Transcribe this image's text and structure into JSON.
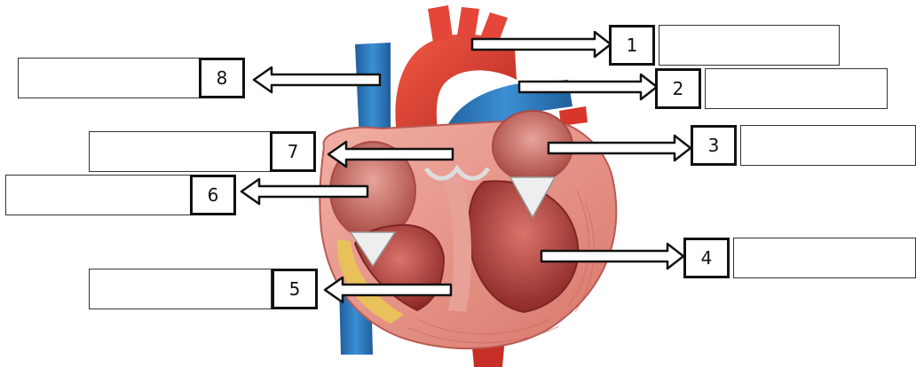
{
  "diagram": {
    "labels": [
      {
        "number": "1"
      },
      {
        "number": "2"
      },
      {
        "number": "3"
      },
      {
        "number": "4"
      },
      {
        "number": "5"
      },
      {
        "number": "6"
      },
      {
        "number": "7"
      },
      {
        "number": "8"
      }
    ],
    "colors": {
      "artery_red": "#d8352b",
      "vein_blue": "#2f7fc4",
      "myocardium": "#e69a8f",
      "chamber": "#c24a45",
      "fat": "#e9c15a",
      "outline": "#111111"
    }
  }
}
